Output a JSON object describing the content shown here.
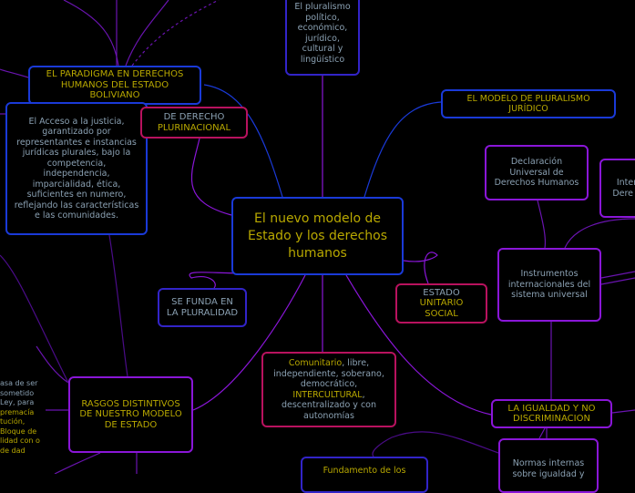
{
  "central_topic": "El nuevo modelo de Estado y los derechos humanos",
  "nodes": {
    "pluralismo": "El pluralismo político, económico, jurídico, cultural y lingüístico",
    "paradigma": "EL PARADIGMA EN DERECHOS HUMANOS DEL ESTADO BOLIVIANO",
    "acceso": "El Acceso a la justicia, garantizado por representantes e instancias jurídicas plurales, bajo la competencia, independencia, imparcialidad, ética, suficientes en numero, reflejando las características e las comunidades.",
    "derecho_line1": "DE DERECHO",
    "derecho_line2": "PLURINACIONAL",
    "se_funda": "SE FUNDA EN LA PLURALIDAD",
    "estado_line1": "ESTADO",
    "estado_line2": "UNITARIO SOCIAL",
    "modelo": "EL MODELO DE PLURALISMO JURÍDICO",
    "declaracion": "Declaración Universal de Derechos Humanos",
    "inter": "Inter Dere y",
    "instrumentos": "Instrumentos internacionales del sistema universal",
    "rasgos": "RASGOS DISTINTIVOS DE NUESTRO MODELO DE ESTADO",
    "comunitario_a": "Comunitario",
    "comunitario_b": ", libre, independiente, soberano, democrático, ",
    "comunitario_c": "INTERCULTURAL",
    "comunitario_d": ", descentralizado y con autonomías",
    "igualdad": "LA IGUALDAD Y NO DISCRIMINACION",
    "normas": "Normas internas sobre igualdad y",
    "fundamento": "Fundamento de los",
    "partial_left_a": "asa de ser sometido Ley, para",
    "partial_left_b": "premacía tución, Bloque de lidad con o de dad"
  },
  "colors": {
    "background": "#000000",
    "blue": "#1a3ad8",
    "pink": "#b8125e",
    "purple": "#8a16d8",
    "text": "#8aa0b2",
    "accent_text": "#b8a800"
  }
}
